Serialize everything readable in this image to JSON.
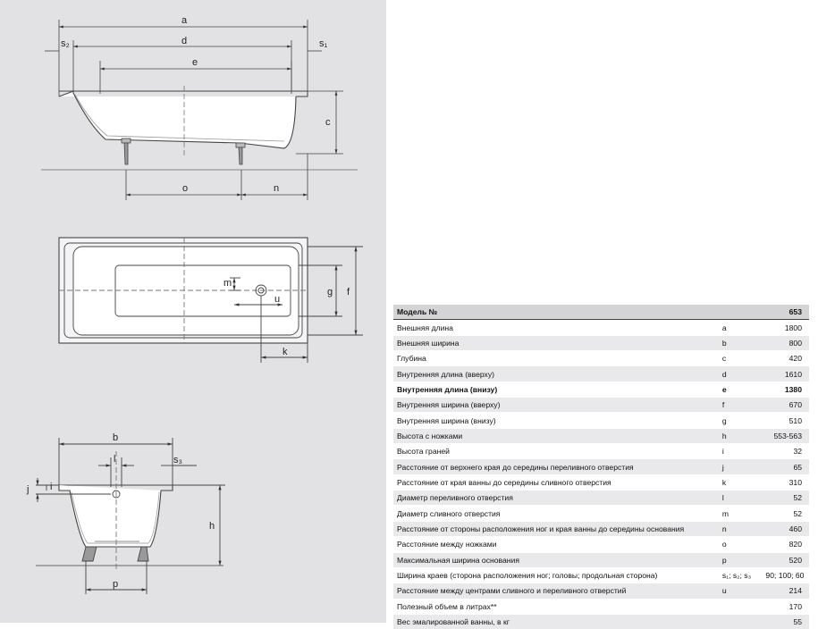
{
  "drawings": {
    "side_view": {
      "labels": {
        "a": "a",
        "d": "d",
        "e": "e",
        "s2": "s₂",
        "s1": "s₁",
        "c": "c",
        "o": "o",
        "n": "n"
      }
    },
    "top_view": {
      "labels": {
        "m": "m",
        "u": "u",
        "g": "g",
        "f": "f",
        "k": "k"
      }
    },
    "cross_section": {
      "labels": {
        "b": "b",
        "l": "l",
        "s3": "s₃",
        "j": "j",
        "i": "i",
        "h": "h",
        "p": "p"
      }
    }
  },
  "specs": {
    "header": {
      "name": "Модель №",
      "code": "",
      "value": "653"
    },
    "rows": [
      {
        "name": "Внешняя длина",
        "code": "a",
        "value": "1800",
        "bold": false
      },
      {
        "name": "Внешняя ширина",
        "code": "b",
        "value": "800",
        "bold": false
      },
      {
        "name": "Глубина",
        "code": "c",
        "value": "420",
        "bold": false
      },
      {
        "name": "Внутренняя длина (вверху)",
        "code": "d",
        "value": "1610",
        "bold": false
      },
      {
        "name": "Внутренняя длина (внизу)",
        "code": "e",
        "value": "1380",
        "bold": true
      },
      {
        "name": "Внутренняя ширина (вверху)",
        "code": "f",
        "value": "670",
        "bold": false
      },
      {
        "name": "Внутренняя ширина (внизу)",
        "code": "g",
        "value": "510",
        "bold": false
      },
      {
        "name": "Высота с ножками",
        "code": "h",
        "value": "553-563",
        "bold": false
      },
      {
        "name": "Высота граней",
        "code": "i",
        "value": "32",
        "bold": false
      },
      {
        "name": "Расстояние от верхнего края до середины переливного отверстия",
        "code": "j",
        "value": "65",
        "bold": false
      },
      {
        "name": "Расстояние от края ванны до середины сливного отверстия",
        "code": "k",
        "value": "310",
        "bold": false
      },
      {
        "name": "Диаметр переливного отверстия",
        "code": "l",
        "value": "52",
        "bold": false
      },
      {
        "name": "Диаметр сливного отверстия",
        "code": "m",
        "value": "52",
        "bold": false
      },
      {
        "name": "Расстояние от стороны расположения ног и края ванны до середины основания",
        "code": "n",
        "value": "460",
        "bold": false
      },
      {
        "name": "Расстояние между ножками",
        "code": "o",
        "value": "820",
        "bold": false
      },
      {
        "name": "Максимальная ширина основания",
        "code": "p",
        "value": "520",
        "bold": false
      },
      {
        "name": "Ширина краев (сторона расположения ног; головы; продольная сторона)",
        "code": "s₁; s₂; s₃",
        "value": "90; 100; 60",
        "bold": false
      },
      {
        "name": "Расстояние между центрами сливного и переливного отверстий",
        "code": "u",
        "value": "214",
        "bold": false
      },
      {
        "name": "Полезный объем в литрах**",
        "code": "",
        "value": "170",
        "bold": false
      },
      {
        "name": "Вес эмалированной ванны, в кг",
        "code": "",
        "value": "55",
        "bold": false
      }
    ]
  }
}
